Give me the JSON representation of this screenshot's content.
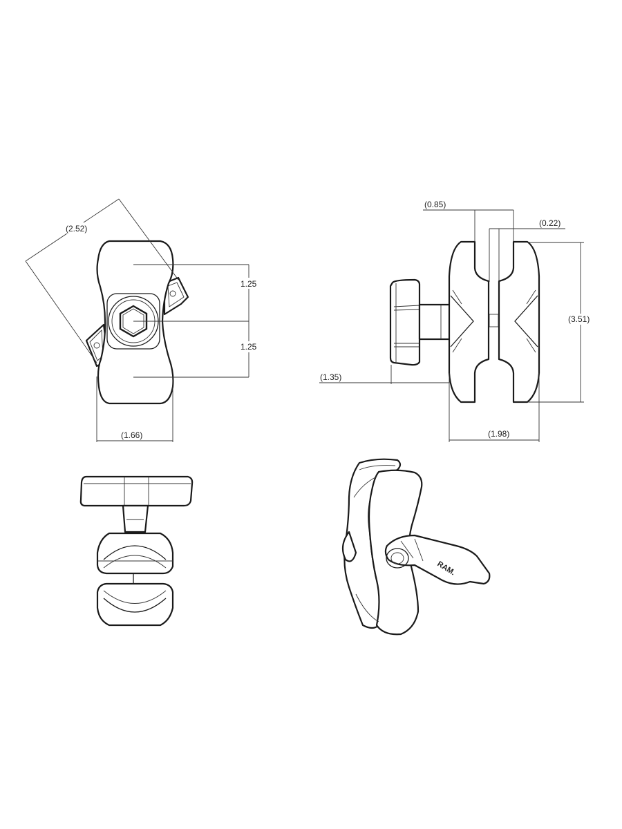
{
  "drawing": {
    "front_view": {
      "dimensions": {
        "diagonal_span": "(2.52)",
        "upper_offset": "1.25",
        "lower_offset": "1.25",
        "width": "(1.66)"
      }
    },
    "side_view": {
      "dimensions": {
        "socket_opening": "(0.85)",
        "gap": "(0.22)",
        "overall_length": "(3.51)",
        "knob_offset": "(1.35)",
        "body_depth": "(1.98)"
      }
    },
    "iso_view": {
      "logo": "RAM."
    }
  }
}
